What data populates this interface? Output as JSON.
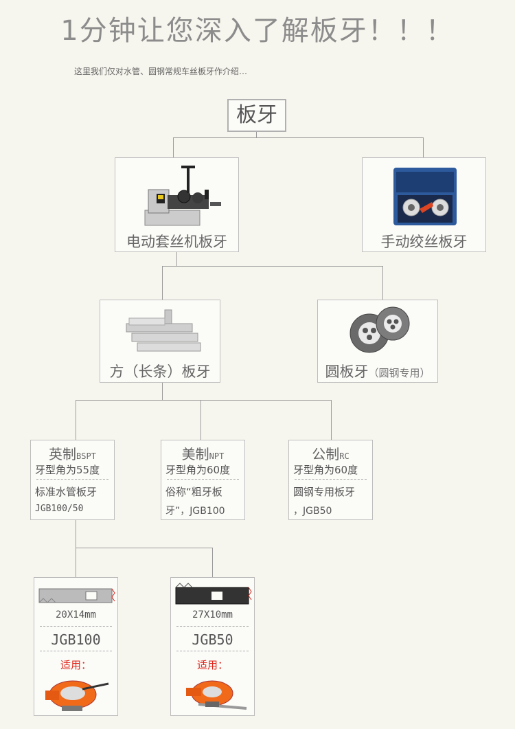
{
  "header": {
    "title": "1分钟让您深入了解板牙！！！",
    "subtitle": "这里我们仅对水管、圆钢常规车丝板牙作介绍…"
  },
  "tree": {
    "root": "板牙",
    "level1": [
      {
        "label": "电动套丝机板牙"
      },
      {
        "label": "手动绞丝板牙"
      }
    ],
    "level2": [
      {
        "label": "方（长条）板牙"
      },
      {
        "label_main": "圆板牙",
        "label_note": "（圆钢专用）"
      }
    ],
    "level3": [
      {
        "name": "英制",
        "code": "BSPT",
        "angle": "牙型角为55度",
        "desc_line1": "标准水管板牙",
        "desc_line2": "JGB100/50"
      },
      {
        "name": "美制",
        "code": "NPT",
        "angle": "牙型角为60度",
        "desc_line1": "俗称“粗牙板",
        "desc_line2": "牙”，JGB100"
      },
      {
        "name": "公制",
        "code": "RC",
        "angle": "牙型角为60度",
        "desc_line1": "圆钢专用板牙",
        "desc_line2": "，JGB50"
      }
    ],
    "level4": [
      {
        "size": "20X14mm",
        "model": "JGB100",
        "use_label": "适用："
      },
      {
        "size": "27X10mm",
        "model": "JGB50",
        "use_label": "适用："
      }
    ]
  },
  "colors": {
    "background": "#f7f6ee",
    "box_border": "#bdbdbd",
    "line": "#9a9a9a",
    "accent_red": "#e0251b",
    "tool_orange": "#f06a1a",
    "case_blue": "#2d5a9c"
  }
}
